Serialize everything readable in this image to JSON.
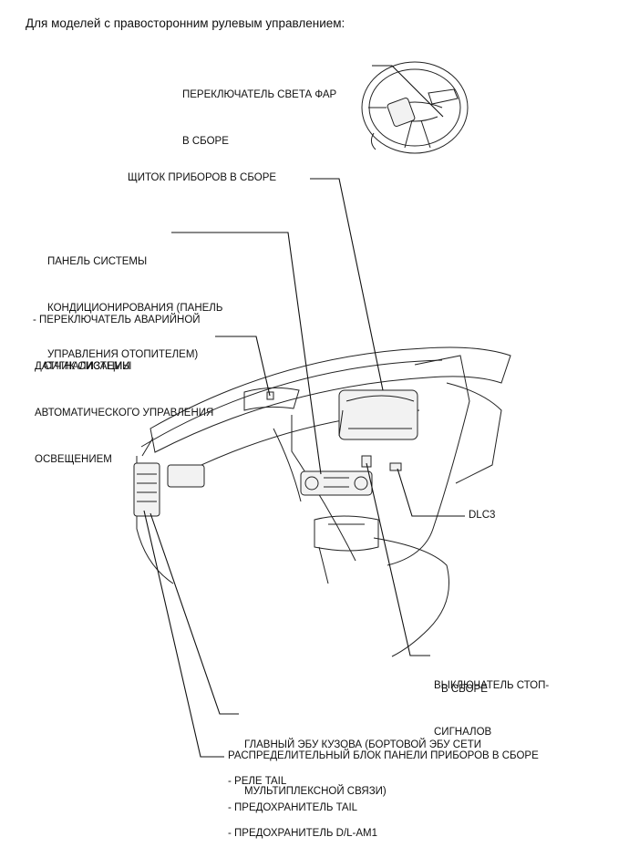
{
  "header": "Для моделей с правосторонним рулевым управлением:",
  "labels": {
    "headlight_switch": [
      "ПЕРЕКЛЮЧАТЕЛЬ СВЕТА ФАР",
      "В СБОРЕ"
    ],
    "combination_meter": "ЩИТОК ПРИБОРОВ В СБОРЕ",
    "ac_panel": [
      "ПАНЕЛЬ СИСТЕМЫ",
      "КОНДИЦИОНИРОВАНИЯ (ПАНЕЛЬ",
      "УПРАВЛЕНИЯ ОТОПИТЕЛЕМ)"
    ],
    "hazard_switch": [
      "- ПЕРЕКЛЮЧАТЕЛЬ АВАРИЙНОЙ",
      "СИГНАЛИЗАЦИИ"
    ],
    "light_sensor": [
      "ДАТЧИК СИСТЕМЫ",
      "АВТОМАТИЧЕСКОГО УПРАВЛЕНИЯ",
      "ОСВЕЩЕНИЕМ"
    ],
    "dlc3": "DLC3",
    "stop_switch": [
      "ВЫКЛЮЧАТЕЛЬ СТОП-",
      "СИГНАЛОВ"
    ],
    "stop_switch_sub": "В СБОРЕ",
    "main_body_ecu": [
      "ГЛАВНЫЙ ЭБУ КУЗОВА (БОРТОВОЙ ЭБУ СЕТИ",
      "МУЛЬТИПЛЕКСНОЙ СВЯЗИ)"
    ],
    "junction_block": "РАСПРЕДЕЛИТЕЛЬНЫЙ БЛОК ПАНЕЛИ ПРИБОРОВ В СБОРЕ",
    "relay_tail": "- РЕЛЕ TAIL",
    "fuse_tail": "- ПРЕДОХРАНИТЕЛЬ TAIL",
    "fuse_dlam1": "- ПРЕДОХРАНИТЕЛЬ D/L-AM1"
  }
}
